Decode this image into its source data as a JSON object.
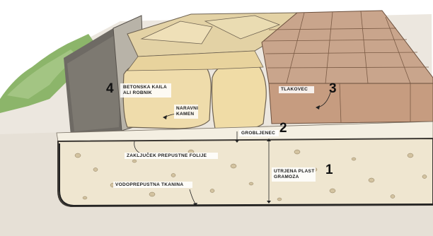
{
  "labels": {
    "edge_line1": "BETONSKA KAILA",
    "edge_line2": "ALI ROBNIK",
    "stone_line1": "NARAVNI",
    "stone_line2": "KAMEN",
    "paver": "TLAKOVEC",
    "bedding": "GROBLJENEC",
    "fabric_end": "ZAKLJUČEK PREPUSTNE FOLIJE",
    "base_line1": "UTRJENA PLAST",
    "base_line2": "GRAMOZA",
    "geotextile": "VODOPREPUSTNA TKANINA"
  },
  "numbers": {
    "base": "1",
    "bedding": "2",
    "paver": "3",
    "edge": "4"
  },
  "colors": {
    "soil": "#e9e4dc",
    "gravel_bed": "#efe8d6",
    "stone": "#ead8a8",
    "paver": "#c9a58c",
    "border": "#55504a",
    "grass": "#7aa35a"
  }
}
